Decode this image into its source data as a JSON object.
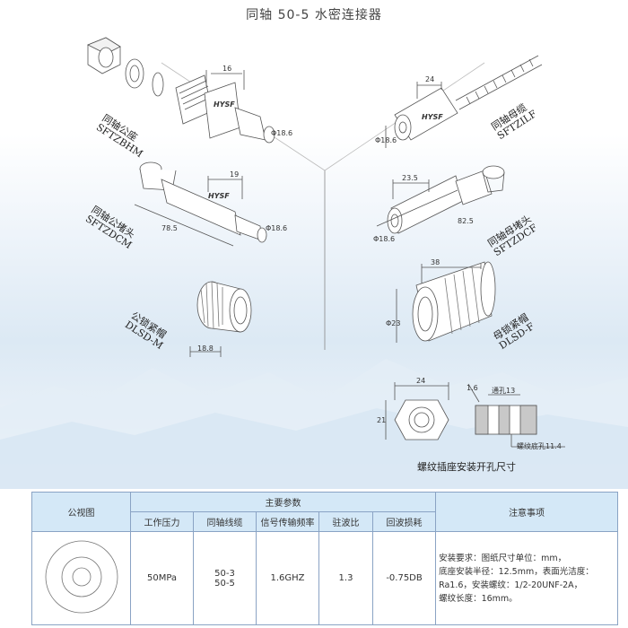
{
  "page_title": "同轴 50-5 水密连接器",
  "parts": {
    "sftzbhm": {
      "name": "同轴公座",
      "code": "SFTZBHM"
    },
    "sftzilf": {
      "name": "同轴母缆",
      "code": "SFTZILF"
    },
    "sftzdcm": {
      "name": "同轴公堵头",
      "code": "SFTZDCM"
    },
    "sftzdcf": {
      "name": "同轴母堵头",
      "code": "SFTZDCF"
    },
    "dlsd_m": {
      "name": "公锁紧帽",
      "code": "DLSD-M"
    },
    "dlsd_f": {
      "name": "母锁紧帽",
      "code": "DLSD-F"
    }
  },
  "dims": {
    "d16": "16",
    "d24": "24",
    "d19": "19",
    "d235": "23.5",
    "d785": "78.5",
    "d825": "82.5",
    "d38": "38",
    "d23": "Φ23",
    "d188": "18.8",
    "d186": "18.6",
    "ph_a": "Φ18.6",
    "ph_b": "Φ18.6",
    "ph_c": "Φ18.6",
    "ph_d": "Φ18.6",
    "brand_a": "HYSF",
    "brand_b": "HYSF",
    "brand_c": "HYSF",
    "hole_w": "24",
    "hole_h": "21",
    "r16": "1.6",
    "through_hole": "通孔13",
    "thread_hole": "螺纹底孔11.4"
  },
  "mount_caption": "螺纹插座安装开孔尺寸",
  "table": {
    "col_view": "公视图",
    "col_main": "主要参数",
    "col_notes": "注意事项",
    "sub": [
      "工作压力",
      "同轴线缆",
      "信号传输频率",
      "驻波比",
      "回波损耗"
    ],
    "row": {
      "pressure": "50MPa",
      "cable_1": "50-3",
      "cable_2": "50-5",
      "freq": "1.6GHZ",
      "vswr": "1.3",
      "return_loss": "-0.75DB",
      "notes": [
        "安装要求：图纸尺寸单位：mm，",
        "底座安装半径：12.5mm，表面光洁度：",
        "Ra1.6，安装螺纹：1/2-20UNF-2A，",
        "螺纹长度：16mm。"
      ]
    }
  }
}
